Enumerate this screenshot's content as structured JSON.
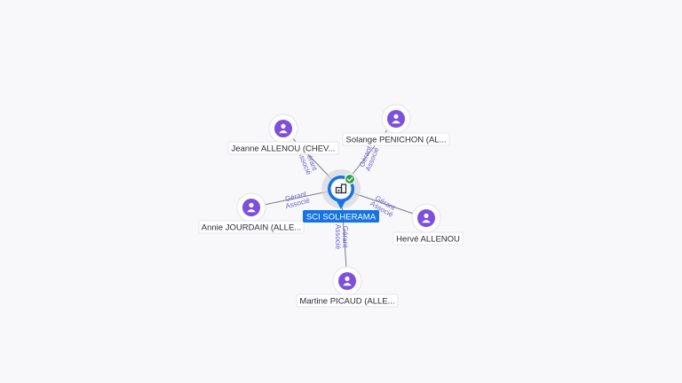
{
  "graph": {
    "center": {
      "name": "SCI SOLHERAMA",
      "icon": "building-icon",
      "status_icon": "check-badge-icon",
      "colors": {
        "primary": "#1473e6",
        "badge": "#2e9e4e",
        "halo": "#d6d6dd"
      }
    },
    "people": [
      {
        "name": "Jeanne ALLENOU (CHEV...",
        "relation": [
          "Gérant",
          "Associé"
        ],
        "icon": "person-icon"
      },
      {
        "name": "Solange PENICHON (AL...",
        "relation": [
          "Gérant",
          "Associé"
        ],
        "icon": "person-icon"
      },
      {
        "name": "Annie JOURDAIN (ALLE...",
        "relation": [
          "Gérant",
          "Associé"
        ],
        "icon": "person-icon"
      },
      {
        "name": "Hervé ALLENOU",
        "relation": [
          "Gérant",
          "Associé"
        ],
        "icon": "person-icon"
      },
      {
        "name": "Martine PICAUD (ALLE...",
        "relation": [
          "Gérant",
          "Associé"
        ],
        "icon": "person-icon"
      }
    ],
    "colors": {
      "person": "#7d4fe0",
      "edge_label": "#6b63d8"
    }
  }
}
